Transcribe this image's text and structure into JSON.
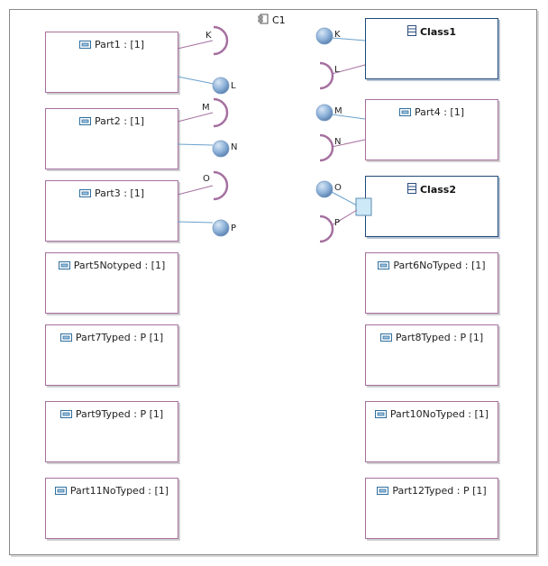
{
  "component": {
    "name": "C1"
  },
  "parts": [
    {
      "id": "part1",
      "label": "Part1 :  [1]"
    },
    {
      "id": "part2",
      "label": "Part2 :  [1]"
    },
    {
      "id": "part3",
      "label": "Part3 :  [1]"
    },
    {
      "id": "part4",
      "label": "Part4 :  [1]"
    },
    {
      "id": "part5",
      "label": "Part5Notyped :  [1]"
    },
    {
      "id": "part6",
      "label": "Part6NoTyped :  [1]"
    },
    {
      "id": "part7",
      "label": "Part7Typed : P [1]"
    },
    {
      "id": "part8",
      "label": "Part8Typed : P [1]"
    },
    {
      "id": "part9",
      "label": "Part9Typed : P [1]"
    },
    {
      "id": "part10",
      "label": "Part10NoTyped :  [1]"
    },
    {
      "id": "part11",
      "label": "Part11NoTyped :  [1]"
    },
    {
      "id": "part12",
      "label": "Part12Typed : P [1]"
    }
  ],
  "classes": [
    {
      "id": "class1",
      "label": "Class1"
    },
    {
      "id": "class2",
      "label": "Class2"
    }
  ],
  "left_interfaces": {
    "required": [
      "K",
      "M",
      "O"
    ],
    "provided": [
      "L",
      "N",
      "P"
    ]
  },
  "right_interfaces": {
    "provided": [
      "K",
      "M",
      "O"
    ],
    "required": [
      "L",
      "N",
      "P"
    ]
  },
  "colors": {
    "part_border": "#a570a0",
    "class_border": "#1f4a78",
    "lollipop_line": "#6aa0cc",
    "socket_line": "#a570a0"
  }
}
